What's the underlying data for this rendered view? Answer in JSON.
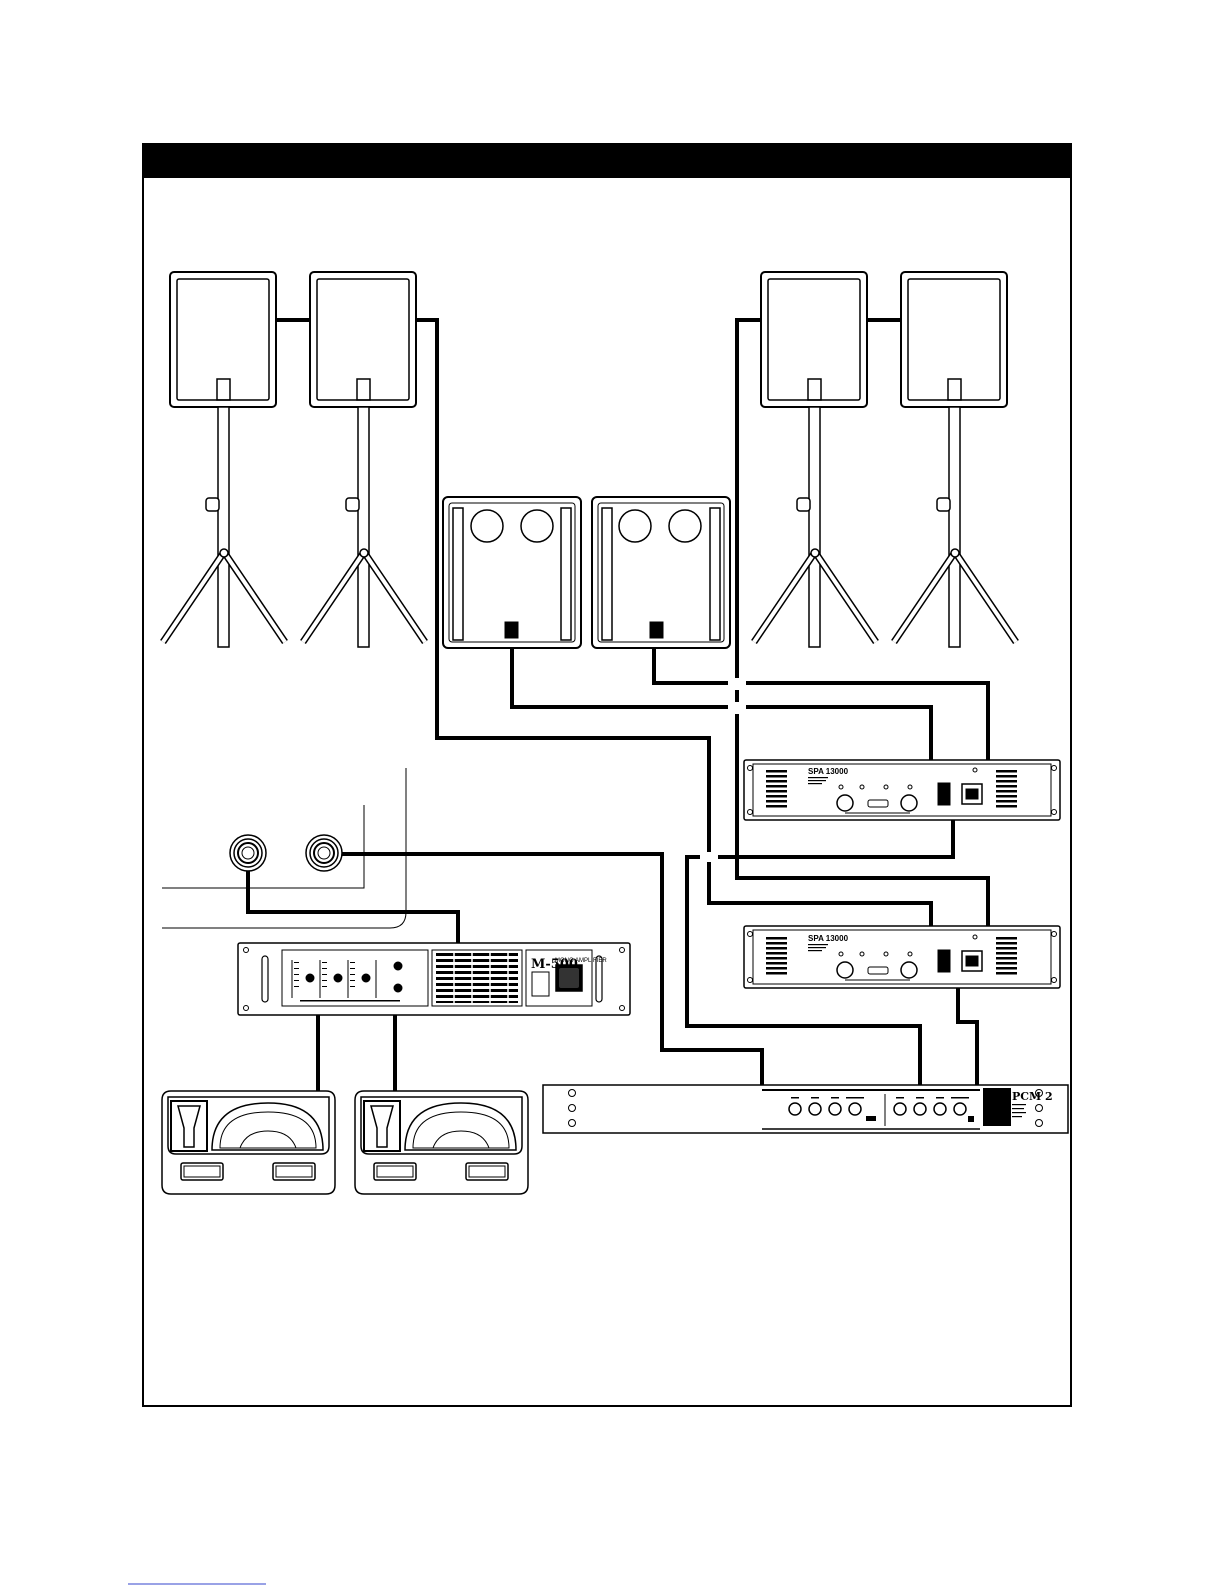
{
  "mixer_power_amp": {
    "model_label": "M-500",
    "brand_badge": "MONO AMPLIFIER"
  },
  "stereo_power_amp_upper": {
    "model_label": "SPA 13000"
  },
  "stereo_power_amp_lower": {
    "model_label": "SPA 13000"
  },
  "crossover": {
    "model_label": "PCM 2"
  },
  "colors": {
    "line": "#000000",
    "header_bar": "#000000",
    "background": "#ffffff"
  }
}
